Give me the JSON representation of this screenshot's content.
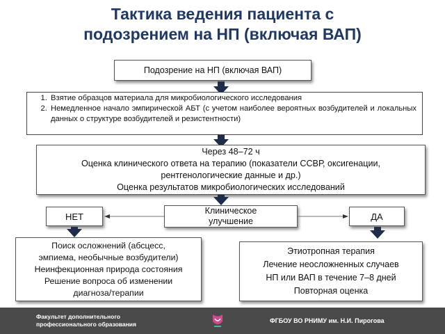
{
  "title": {
    "line1": "Тактика ведения пациента с",
    "line2": "подозрением на НП (включая ВАП)"
  },
  "suspicion_box": "Подозрение на НП (включая ВАП)",
  "steps": [
    "Взятие образцов материала для микробиологического исследования",
    "Немедленное начало эмпирической АБТ (с учетом наиболее вероятных возбудителей и локальных данных о структуре возбудителей и резистентности)"
  ],
  "assessment": {
    "line1": "Через 48–72 ч",
    "line2": "Оценка клинического ответа на терапию (показатели ССВР, оксигенации,",
    "line3": "рентгенологические данные и др.)",
    "line4": "Оценка результатов микробиологических исследований"
  },
  "no_label": "НЕТ",
  "improvement_label": {
    "line1": "Клиническое",
    "line2": "улучшение"
  },
  "yes_label": "ДА",
  "no_branch": {
    "line1": "Поиск осложнений (абсцесс,",
    "line2": "эмпиема, необычные возбудители)",
    "line3": "Неинфекционная природа состояния",
    "line4": "Решение вопроса об изменении",
    "line5": "диагноза/терапии"
  },
  "yes_branch": {
    "line1": "Этиотропная терапия",
    "line2": "Лечение неосложненных случаев",
    "line3": "НП или ВАП в течение 7–8 дней",
    "line4": "Повторная оценка"
  },
  "footer": {
    "left_line1": "Факультет дополнительного",
    "left_line2": "профессионального образования",
    "right": "ФГБОУ ВО РНИМУ им. Н.И. Пирогова"
  },
  "colors": {
    "title": "#1f3864",
    "arrow": "#1f2d4a",
    "footer_bg": "#4a4a4a",
    "logo": "#d14a8b"
  }
}
